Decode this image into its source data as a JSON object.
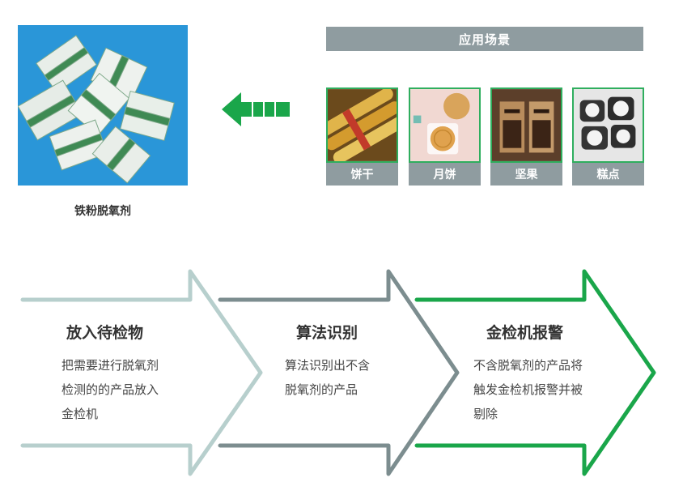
{
  "product": {
    "caption": "铁粉脱氧剂"
  },
  "scenarios": {
    "title": "应用场景",
    "items": [
      {
        "label": "饼干"
      },
      {
        "label": "月饼"
      },
      {
        "label": "坚果"
      },
      {
        "label": "糕点"
      }
    ]
  },
  "process": {
    "steps": [
      {
        "title": "放入待检物",
        "lines": [
          "把需要进行脱氧剂",
          "检测的的产品放入",
          "金检机"
        ]
      },
      {
        "title": "算法识别",
        "lines": [
          "算法识别出不含",
          "脱氧剂的产品"
        ]
      },
      {
        "title": "金检机报警",
        "lines": [
          "不含脱氧剂的产品将",
          "触发金检机报警并被",
          "剔除"
        ]
      }
    ]
  },
  "colors": {
    "arrow_green": "#1aa64a",
    "header_gray": "#8f9ca0",
    "step1_outline": "#b7cfcd",
    "step2_outline": "#7c8d8f",
    "step3_outline": "#1aa64a",
    "product_bg": "#2a96d8"
  }
}
